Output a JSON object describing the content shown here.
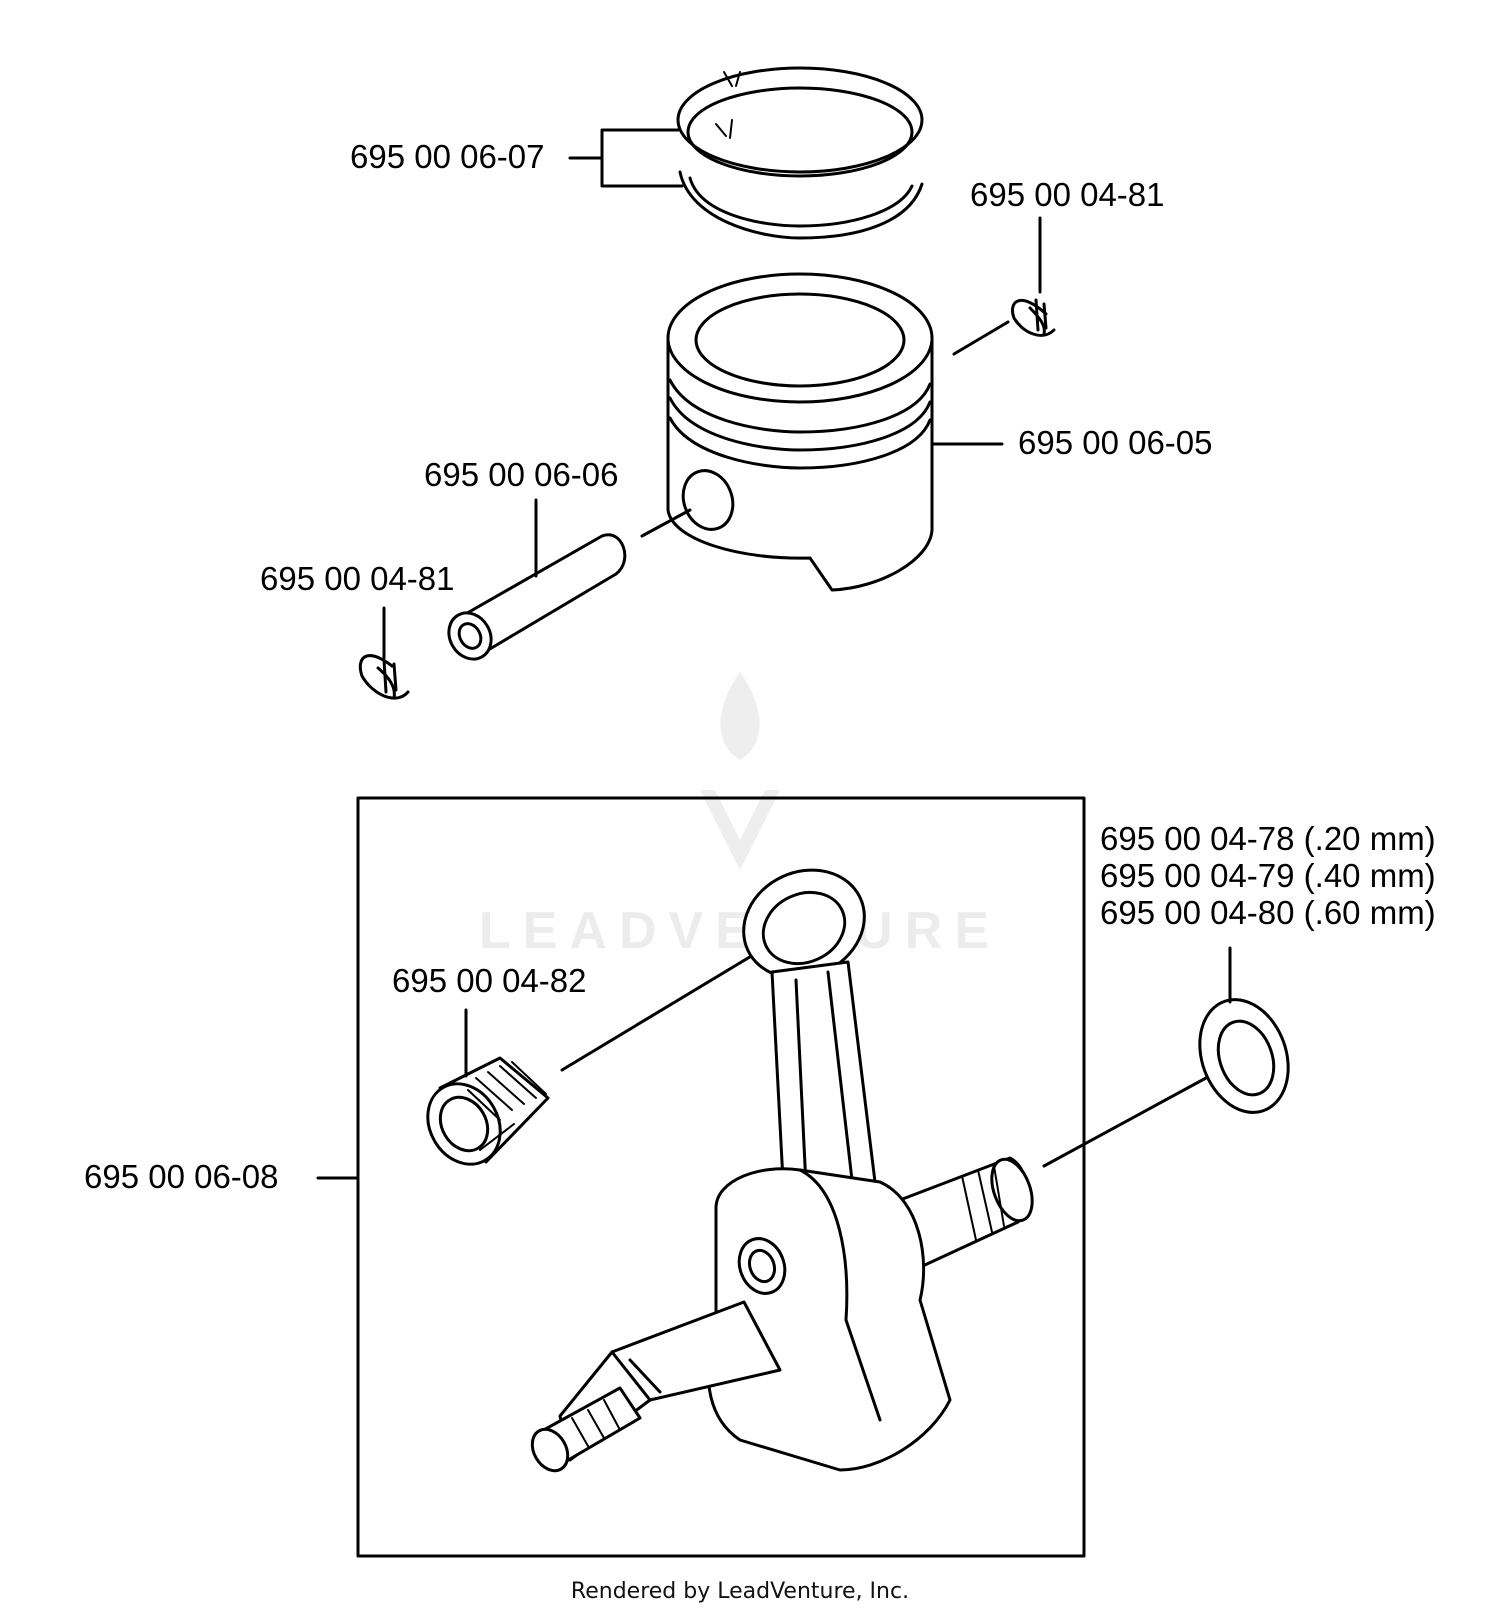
{
  "labels": {
    "piston_rings": "695 00 06-07",
    "circlip_right": "695 00 04-81",
    "piston": "695 00 06-05",
    "piston_pin": "695 00 06-06",
    "circlip_left": "695 00 04-81",
    "shim_020": "695 00 04-78 (.20 mm)",
    "shim_040": "695 00 04-79 (.40 mm)",
    "shim_060": "695 00 04-80 (.60 mm)",
    "needle_bearing": "695 00 04-82",
    "crankshaft_assembly": "695 00 06-08"
  },
  "watermark": {
    "text": "LEADVENTURE"
  },
  "footer": {
    "text": "Rendered by LeadVenture, Inc."
  }
}
